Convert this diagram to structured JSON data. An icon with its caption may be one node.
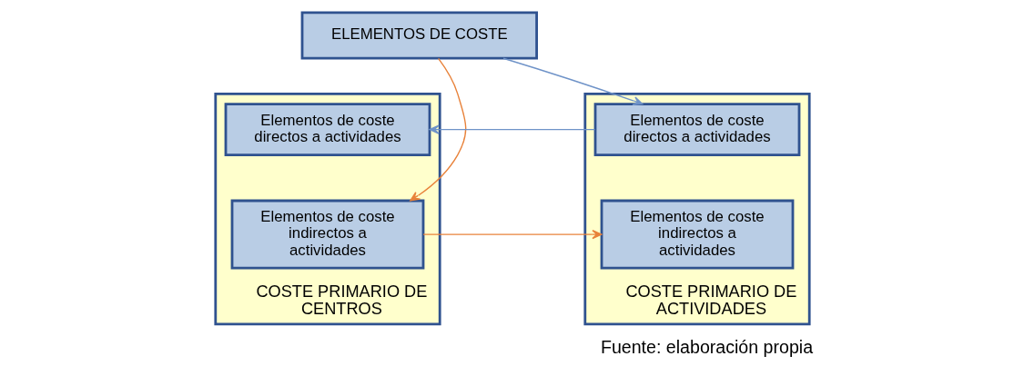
{
  "diagram": {
    "caption": "Fuente: elaboración propia",
    "nodes": [
      {
        "text": [
          "ELEMENTOS DE COSTE"
        ]
      },
      {
        "text": [
          "COSTE PRIMARIO DE CENTROS"
        ]
      },
      {
        "text": [
          "Elementos de coste directos a actividades"
        ],
        "in": 1
      },
      {
        "text": [
          "Elementos de coste indirectos a actividades"
        ],
        "in": 1
      },
      {
        "text": [
          "COSTE PRIMARIO DE ACTIVIDADES"
        ]
      },
      {
        "text": [
          "Elementos de coste directos a actividades"
        ],
        "in": 4
      },
      {
        "text": [
          "Elementos de coste indirectos a actividades"
        ],
        "in": 4
      }
    ],
    "edges": [
      {
        "from": 0,
        "to": 3,
        "arrow": "to",
        "color": "#e8823a"
      },
      {
        "from": 0,
        "to": 5,
        "arrow": "to",
        "color": "#6f93c8"
      },
      {
        "from": 5,
        "to": 2,
        "arrow": "to",
        "color": "#6f93c8"
      },
      {
        "from": 3,
        "to": 6,
        "arrow": "to",
        "color": "#e8823a"
      }
    ]
  }
}
